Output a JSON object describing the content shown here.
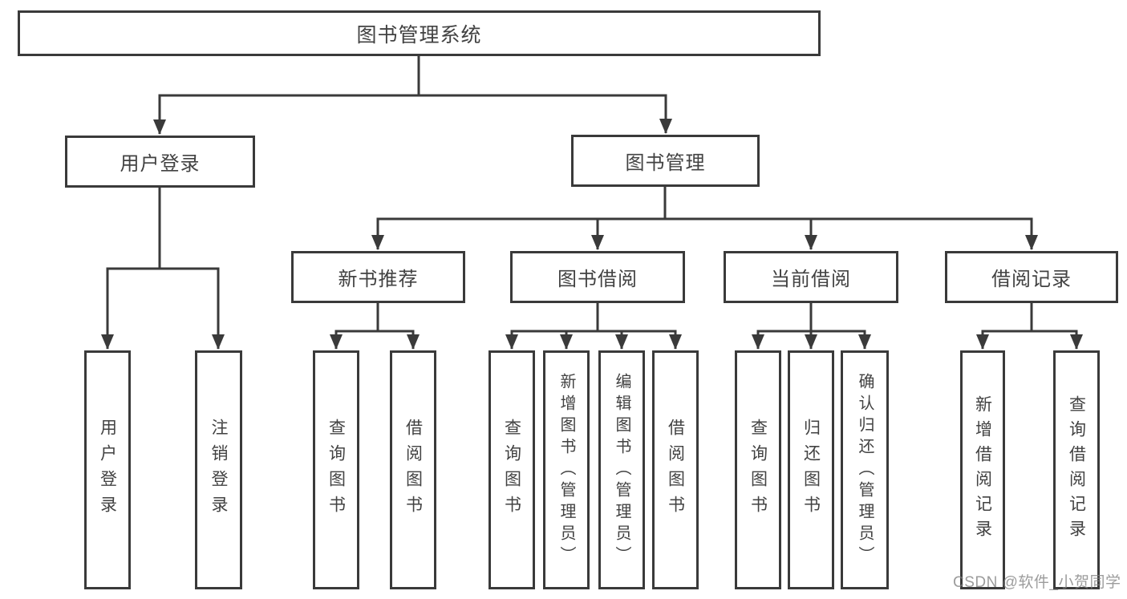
{
  "tree": {
    "root": {
      "label": "图书管理系统"
    },
    "branches": [
      {
        "label": "用户登录",
        "leaves": [
          {
            "label": "用户登录"
          },
          {
            "label": "注销登录"
          }
        ]
      },
      {
        "label": "图书管理",
        "groups": [
          {
            "label": "新书推荐",
            "leaves": [
              {
                "label": "查询图书"
              },
              {
                "label": "借阅图书"
              }
            ]
          },
          {
            "label": "图书借阅",
            "leaves": [
              {
                "label": "查询图书"
              },
              {
                "label": "新增图书（管理员）"
              },
              {
                "label": "编辑图书（管理员）"
              },
              {
                "label": "借阅图书"
              }
            ]
          },
          {
            "label": "当前借阅",
            "leaves": [
              {
                "label": "查询图书"
              },
              {
                "label": "归还图书"
              },
              {
                "label": "确认归还（管理员）"
              }
            ]
          },
          {
            "label": "借阅记录",
            "leaves": [
              {
                "label": "新增借阅记录"
              },
              {
                "label": "查询借阅记录"
              }
            ]
          }
        ]
      }
    ]
  },
  "watermark": {
    "text": "CSDN @软件_小贺同学"
  }
}
